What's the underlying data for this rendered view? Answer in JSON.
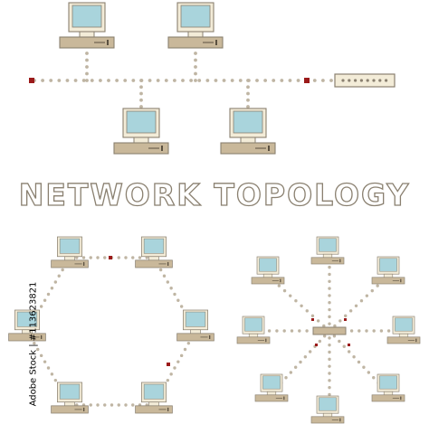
{
  "title": "NETWORK TOPOLOGY",
  "stock_id": "Adobe Stock | #113623821",
  "colors": {
    "monitor_screen": "#a9d4dc",
    "monitor_case": "#f3ecd8",
    "unit_dark": "#c9b89a",
    "outline": "#8a8070",
    "connection_dots": "#bfb5a3",
    "terminator": "#9b1a1a"
  },
  "topologies": [
    {
      "name": "bus",
      "computers": 4,
      "terminators": 2,
      "hub": 1
    },
    {
      "name": "ring",
      "computers": 6
    },
    {
      "name": "star",
      "computers": 8,
      "hub": 1
    }
  ]
}
